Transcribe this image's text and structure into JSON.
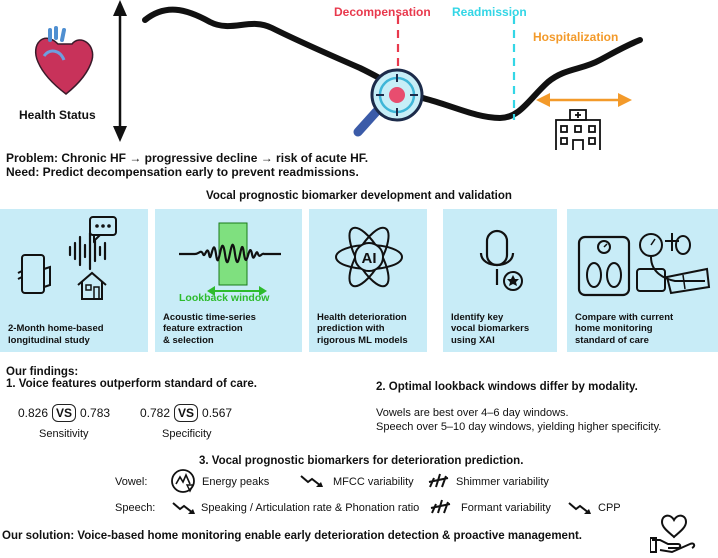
{
  "header": {
    "health_status": "Health Status",
    "decompensation": "Decompensation",
    "readmission": "Readmission",
    "hospitalization": "Hospitalization",
    "problem": "Problem: Chronic HF → progressive decline → risk of acute HF.",
    "need": "Need: Predict decompensation early to prevent readmissions.",
    "colors": {
      "decompensation": "#e8394d",
      "readmission": "#33d6e6",
      "hospitalization": "#f39a2a"
    }
  },
  "pipeline": {
    "title": "Vocal prognostic biomarker development and validation",
    "lookback_label": "Lookback window",
    "panels": [
      {
        "label": "2-Month home-based\nlongitudinal study",
        "icon": "phone-voice-home-icon"
      },
      {
        "label": "Acoustic time-series\nfeature extraction\n& selection",
        "icon": "waveform-icon"
      },
      {
        "label": "Health deterioration\nprediction with\nrigorous ML models",
        "icon": "ai-atom-icon"
      },
      {
        "label": "Identify key\nvocal biomarkers\nusing XAI",
        "icon": "microphone-badge-icon"
      },
      {
        "label": "Compare with current\nhome monitoring\nstandard of care",
        "icon": "scale-bp-monitor-icon"
      }
    ],
    "panel_color": "#c8ecf7"
  },
  "findings": {
    "heading": "Our findings:",
    "f1": "1. Voice features outperform standard of care.",
    "sensitivity": {
      "voice": "0.826",
      "vs": "VS",
      "standard": "0.783",
      "label": "Sensitivity"
    },
    "specificity": {
      "voice": "0.782",
      "vs": "VS",
      "standard": "0.567",
      "label": "Specificity"
    },
    "f2": "2. Optimal lookback windows differ by modality.",
    "f2_line1": "Vowels are best over 4–6 day windows.",
    "f2_line2": "Speech over 5–10 day windows, yielding higher specificity.",
    "f3": "3. Vocal prognostic biomarkers for deterioration prediction.",
    "vowel_label": "Vowel:",
    "speech_label": "Speech:",
    "vowel_items": [
      "Energy peaks",
      "MFCC variability",
      "Shimmer variability"
    ],
    "speech_items": [
      "Speaking / Articulation rate & Phonation ratio",
      "Formant variability",
      "CPP"
    ]
  },
  "solution": "Our solution: Voice-based home monitoring enable early deterioration detection & proactive management."
}
